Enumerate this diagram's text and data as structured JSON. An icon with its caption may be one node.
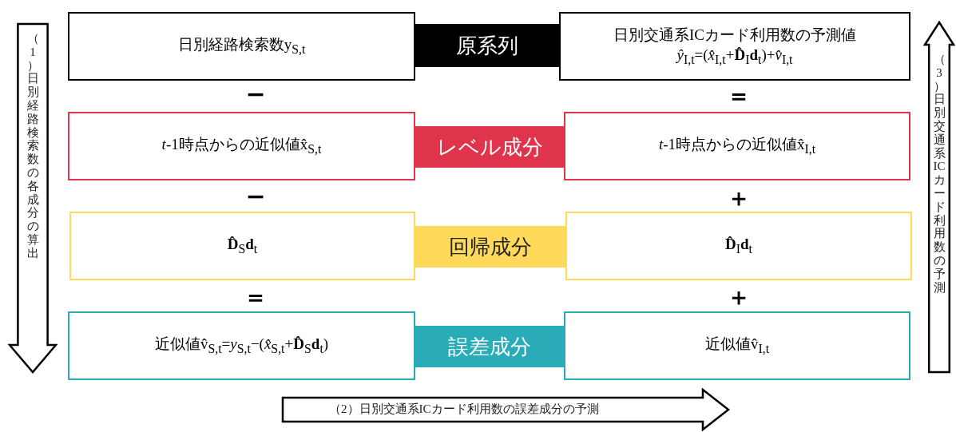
{
  "diagram": {
    "nodes": [
      {
        "text": [
          "日別経路検索数y$_{S,t}$"
        ]
      },
      {
        "text": [
          "原系列"
        ]
      },
      {
        "text": [
          "日別交通系ICカード利用数の予測値",
          "*ŷ*$_{I,t}$=(*x̂*$_{I,t}$+**D̂**$_{I}$**d**$_{t}$)+*v̂*$_{I,t}$"
        ]
      },
      {
        "text": [
          "*t*-1時点からの近似値x̂$_{S,t}$"
        ]
      },
      {
        "text": [
          "レベル成分"
        ]
      },
      {
        "text": [
          "*t*-1時点からの近似値x̂$_{I,t}$"
        ]
      },
      {
        "text": [
          "**D̂**$_{S}$**d**$_{t}$"
        ]
      },
      {
        "text": [
          "回帰成分"
        ]
      },
      {
        "text": [
          "**D̂**$_{I}$**d**$_{t}$"
        ]
      },
      {
        "text": [
          "近似値v̂$_{S,t}$=*y*$_{S,t}$−(*x̂*$_{S,t}$+**D̂**$_{S}$**d**$_{t}$)"
        ]
      },
      {
        "text": [
          "誤差成分"
        ]
      },
      {
        "text": [
          "近似値v̂$_{I,t}$"
        ]
      },
      {
        "text": [
          "（1）日別経路検索数の各成分の算出"
        ]
      },
      {
        "text": [
          "（2）日別交通系ICカード利用数の誤差成分の予測"
        ]
      },
      {
        "text": [
          "（3）日別交通系ICカード利用数の予測"
        ]
      }
    ],
    "edges": [],
    "labels": [
      "−",
      "＝",
      "−",
      "＋",
      "＝",
      "＋"
    ]
  }
}
